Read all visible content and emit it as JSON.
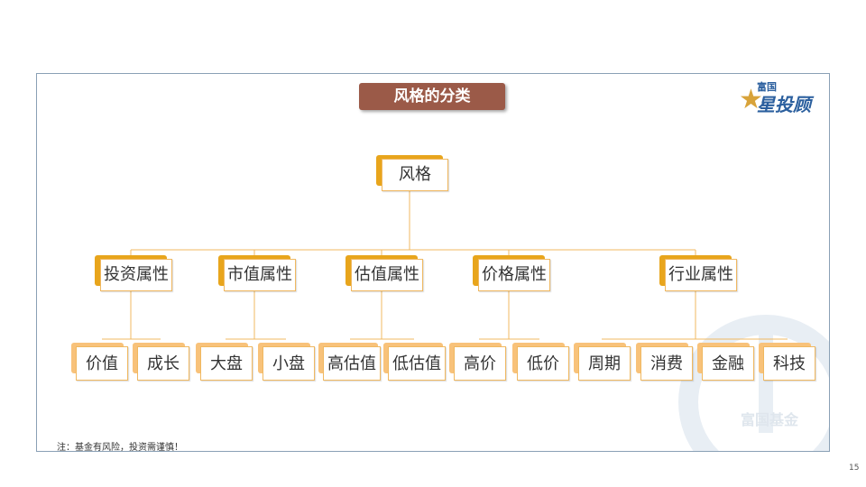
{
  "title": "风格的分类",
  "logo": {
    "small": "富国",
    "big": "星投顾"
  },
  "watermark": "富国基金",
  "root": "风格",
  "categories": [
    "投资属性",
    "市值属性",
    "估值属性",
    "价格属性",
    "行业属性"
  ],
  "leaves": [
    "价值",
    "成长",
    "大盘",
    "小盘",
    "高估值",
    "低估值",
    "高价",
    "低价",
    "周期",
    "消费",
    "金融",
    "科技"
  ],
  "note": "注：基金有风险，投资需谨慎！",
  "page_number": "15",
  "colors": {
    "title_bg": "#9b5a48",
    "tab_dark": "#e8a51c",
    "tab_light": "#f8c27a",
    "border": "#f0b860",
    "line": "#f0b860"
  }
}
